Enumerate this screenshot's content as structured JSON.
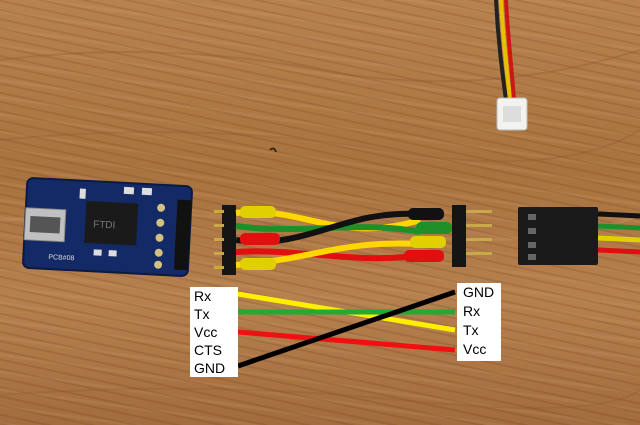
{
  "board": {
    "chip_text": "FTDI",
    "pcb_text": "PCB#08"
  },
  "diagram": {
    "left_pins": [
      "Rx",
      "Tx",
      "Vcc",
      "CTS",
      "GND"
    ],
    "right_pins": [
      "GND",
      "Rx",
      "Tx",
      "Vcc"
    ],
    "wire_colors": {
      "yellow": "#ffee00",
      "green": "#22aa33",
      "red": "#ee1111",
      "black": "#000000"
    }
  }
}
